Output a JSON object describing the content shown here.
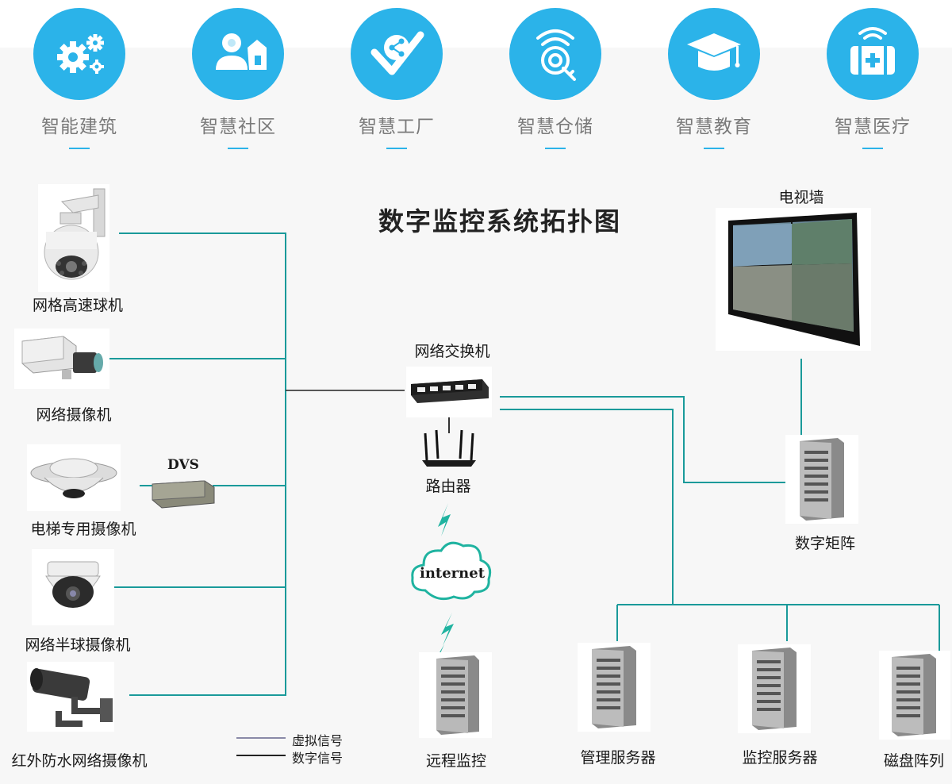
{
  "categories": [
    {
      "label": "智能建筑",
      "icon": "gears-icon"
    },
    {
      "label": "智慧社区",
      "icon": "community-icon"
    },
    {
      "label": "智慧工厂",
      "icon": "share-check-icon"
    },
    {
      "label": "智慧仓储",
      "icon": "wifi-key-icon"
    },
    {
      "label": "智慧教育",
      "icon": "graduation-cap-icon"
    },
    {
      "label": "智慧医疗",
      "icon": "medical-kit-icon"
    }
  ],
  "diagram": {
    "title": "数字监控系统拓扑图",
    "cameras": {
      "speed_dome": "网格高速球机",
      "box_camera": "网络摄像机",
      "elevator_camera": "电梯专用摄像机",
      "dome_camera": "网络半球摄像机",
      "ir_camera": "红外防水网络摄像机"
    },
    "dvs": "DVS",
    "switch": "网络交换机",
    "router": "路由器",
    "internet": "internet",
    "remote": "远程监控",
    "tv_wall": "电视墙",
    "matrix": "数字矩阵",
    "mgmt_server": "管理服务器",
    "monitor_server": "监控服务器",
    "disk_array": "磁盘阵列",
    "legend": {
      "virtual": "虚拟信号",
      "digital": "数字信号"
    },
    "colors": {
      "accent": "#2bb3e9",
      "link": "#1a9a9a",
      "virtual": "#8a8aa8",
      "digital": "#222222"
    }
  }
}
